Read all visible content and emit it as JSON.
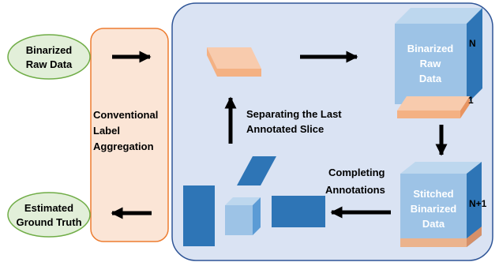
{
  "input_node": {
    "line1": "Binarized",
    "line2": "Raw Data"
  },
  "output_node": {
    "line1": "Estimated",
    "line2": "Ground Truth"
  },
  "aggregation_box": {
    "line1": "Conventional",
    "line2": "Label",
    "line3": "Aggregation"
  },
  "raw_cube": {
    "line1": "Binarized",
    "line2": "Raw",
    "line3": "Data",
    "top_index": "N",
    "bottom_index": "1"
  },
  "stitched_cube": {
    "line1": "Stitched",
    "line2": "Binarized",
    "line3": "Data",
    "index": "N+1"
  },
  "step_separate": {
    "line1": "Separating the Last",
    "line2": "Annotated Slice"
  },
  "step_complete": {
    "line1": "Completing",
    "line2": "Annotations"
  },
  "colors": {
    "ellipse_fill": "#e2efd9",
    "ellipse_stroke": "#70ad47",
    "aggregation_fill": "#fbe5d6",
    "aggregation_stroke": "#ed7d31",
    "panel_fill": "#dae3f3",
    "panel_stroke": "#2f5597",
    "slice_fill": "#f4b183",
    "cube_front": "#9dc3e6",
    "dark_blue": "#2e75b6"
  }
}
